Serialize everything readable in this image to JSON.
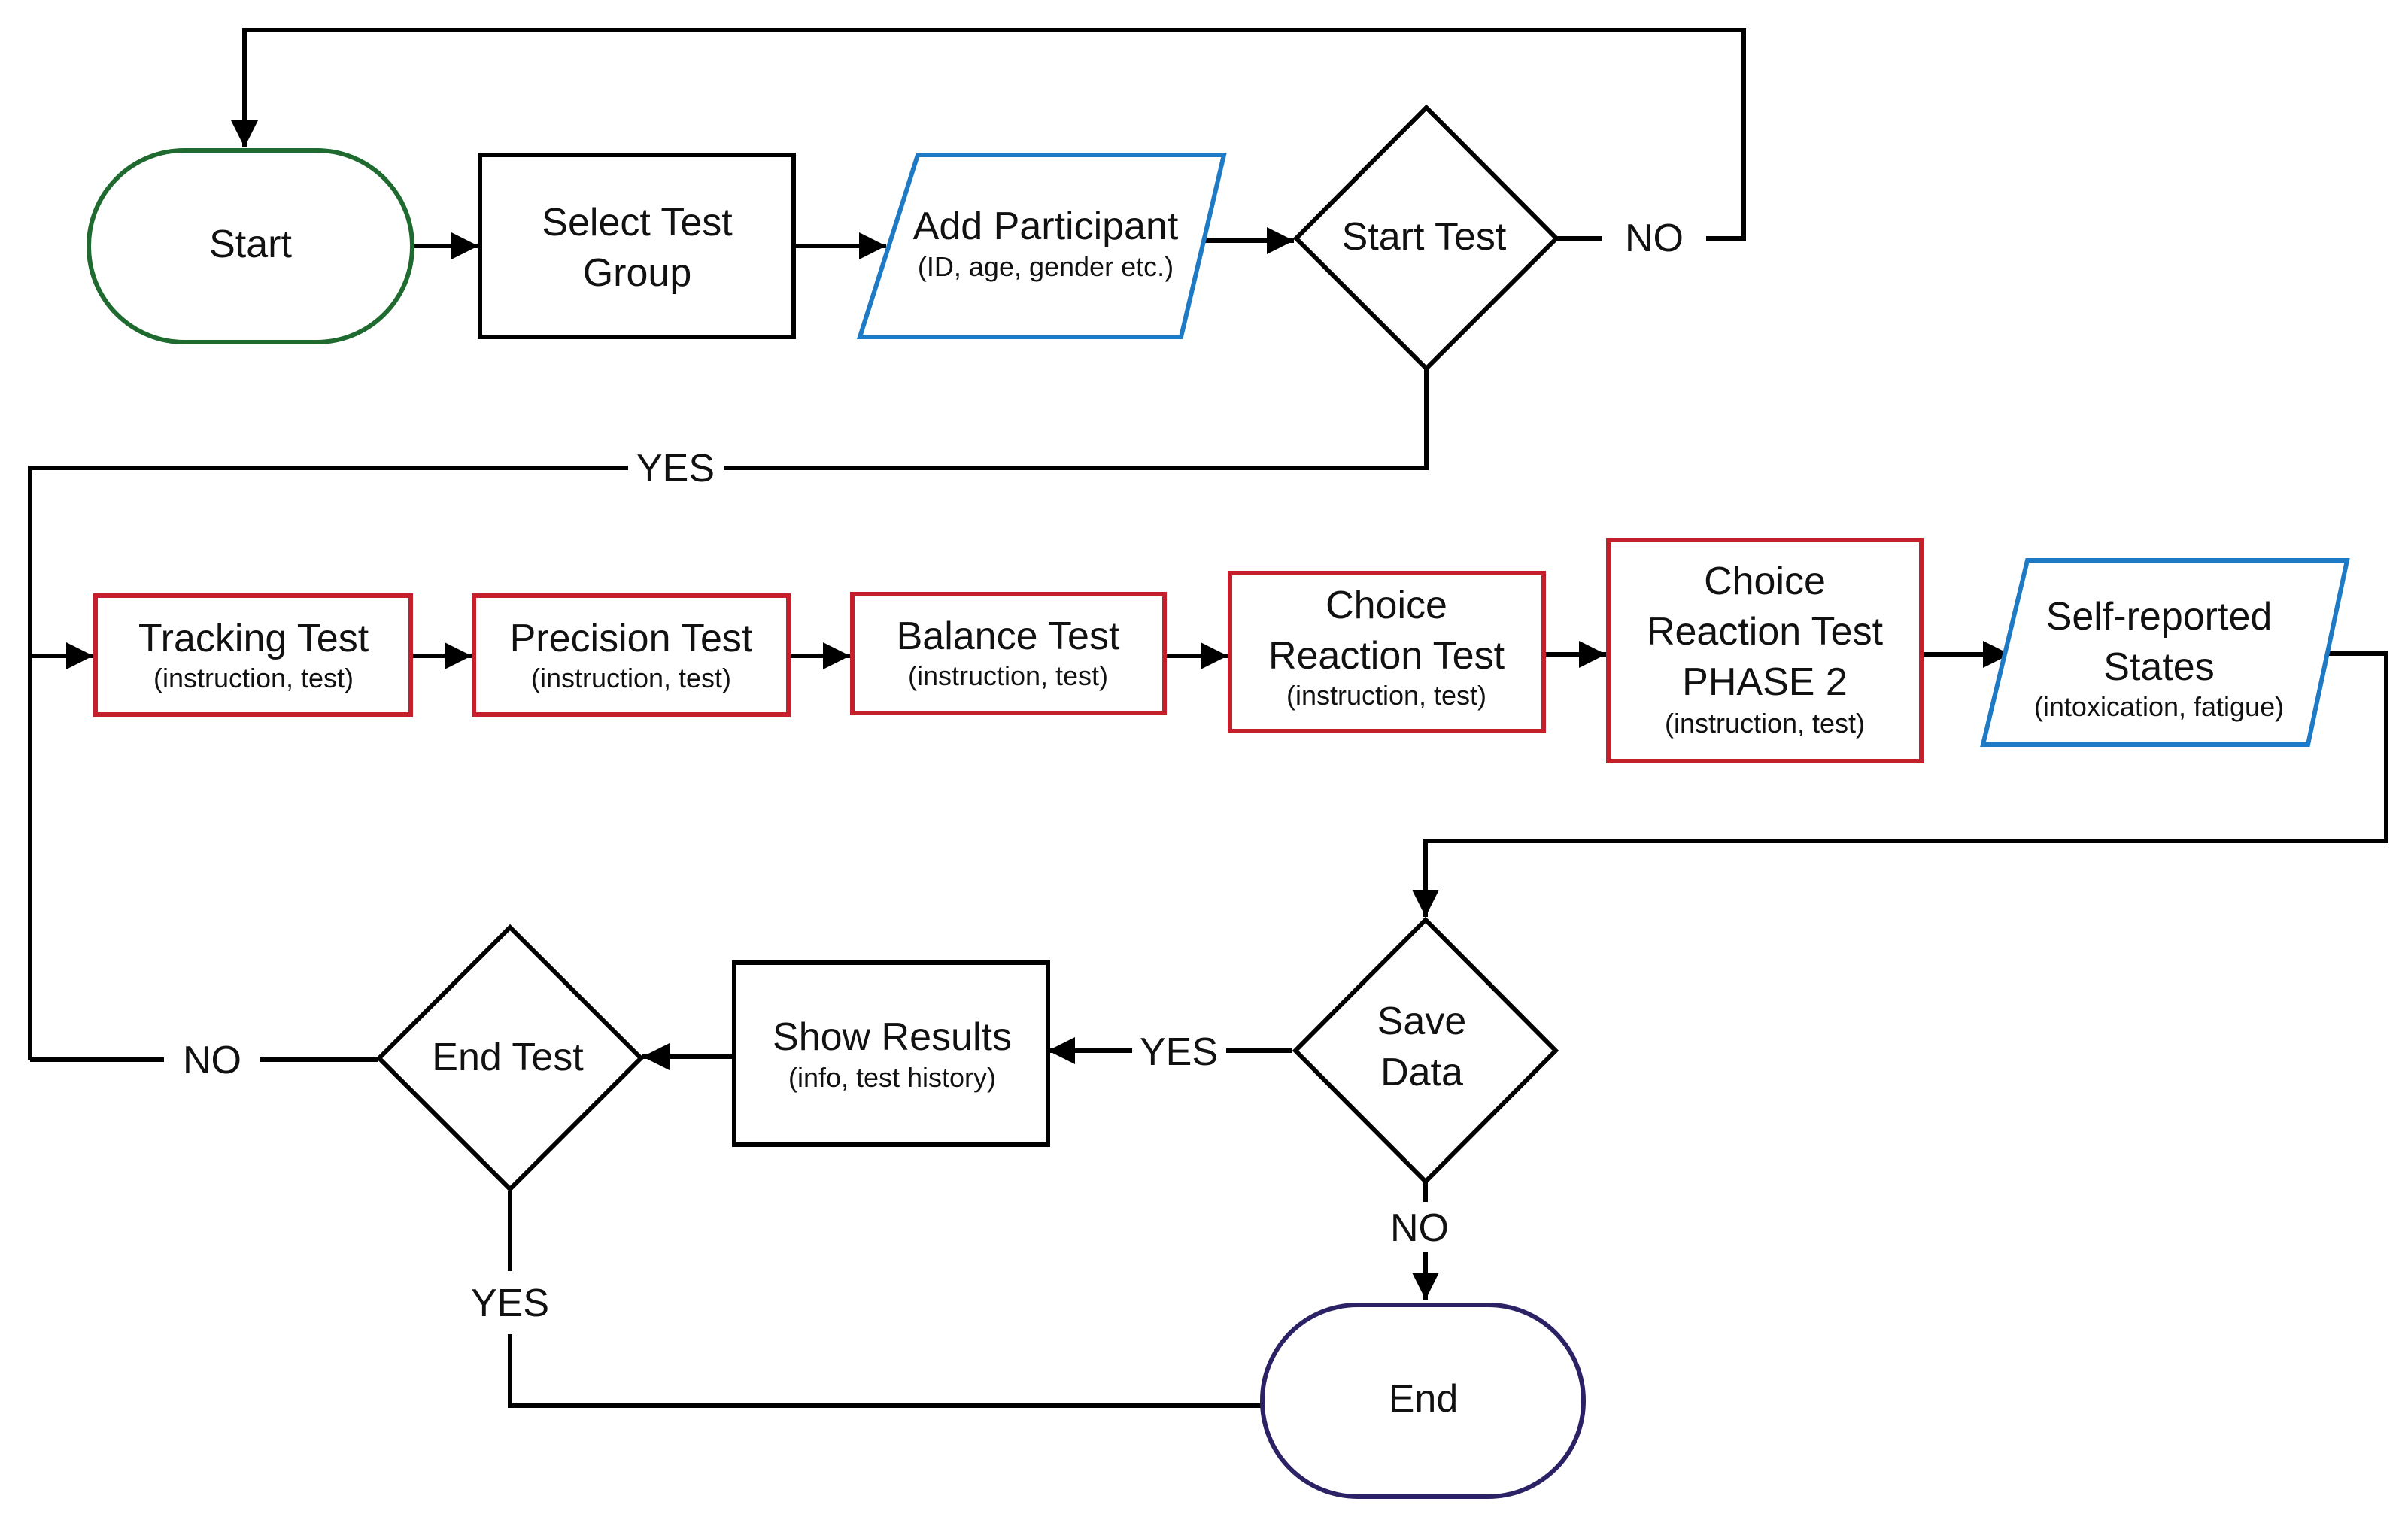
{
  "colors": {
    "start_border": "#1f6b2f",
    "end_border": "#2b2266",
    "input_border": "#1e7ac4",
    "test_border": "#c4202c",
    "process_border": "#000000",
    "line": "#000000"
  },
  "nodes": {
    "start": {
      "label": "Start"
    },
    "select_group": {
      "line1": "Select Test",
      "line2": "Group"
    },
    "add_participant": {
      "label": "Add Participant",
      "sub": "(ID, age, gender etc.)"
    },
    "start_test": {
      "label": "Start Test"
    },
    "tracking": {
      "label": "Tracking Test",
      "sub": "(instruction, test)"
    },
    "precision": {
      "label": "Precision Test",
      "sub": "(instruction, test)"
    },
    "balance": {
      "label": "Balance Test",
      "sub": "(instruction, test)"
    },
    "choice": {
      "line1": "Choice",
      "line2": "Reaction Test",
      "sub": "(instruction, test)"
    },
    "choice2": {
      "line1": "Choice",
      "line2": "Reaction Test",
      "line3": "PHASE 2",
      "sub": "(instruction, test)"
    },
    "self_report": {
      "line1": "Self-reported",
      "line2": "States",
      "sub": "(intoxication, fatigue)"
    },
    "save_data": {
      "line1": "Save",
      "line2": "Data"
    },
    "show_results": {
      "label": "Show Results",
      "sub": "(info, test history)"
    },
    "end_test": {
      "label": "End Test"
    },
    "end": {
      "label": "End"
    }
  },
  "edge_labels": {
    "start_test_no": "NO",
    "start_test_yes": "YES",
    "save_yes": "YES",
    "save_no": "NO",
    "end_test_no": "NO",
    "end_test_yes": "YES"
  }
}
